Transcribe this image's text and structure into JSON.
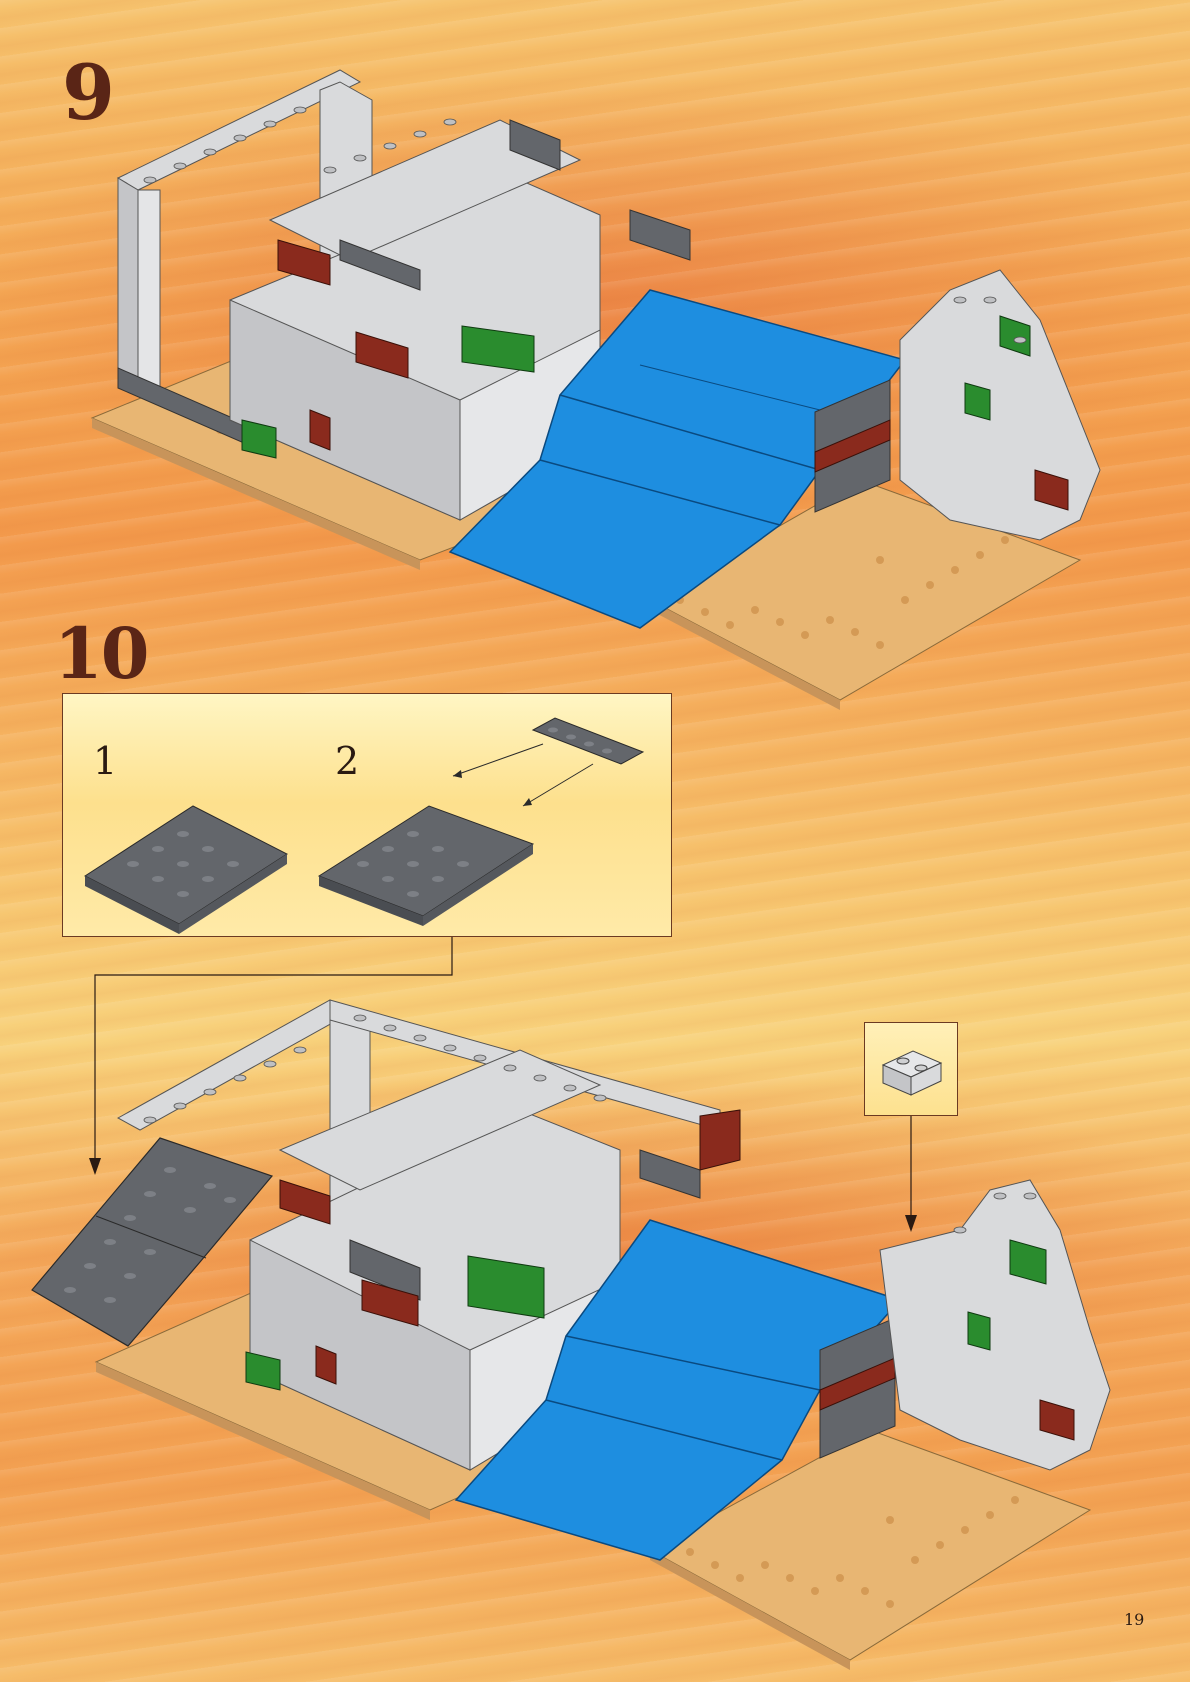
{
  "page": {
    "page_number": "19"
  },
  "steps": [
    {
      "number": "9"
    },
    {
      "number": "10",
      "sub_steps": [
        {
          "label": "1"
        },
        {
          "label": "2"
        }
      ]
    }
  ],
  "colors": {
    "light_gray": "#d9dadc",
    "dark_gray": "#63666b",
    "red_brown": "#8a2a1d",
    "green": "#2a8c2e",
    "blue": "#1e8ee0",
    "tan": "#e8b673",
    "frame": "#6b3a22"
  }
}
